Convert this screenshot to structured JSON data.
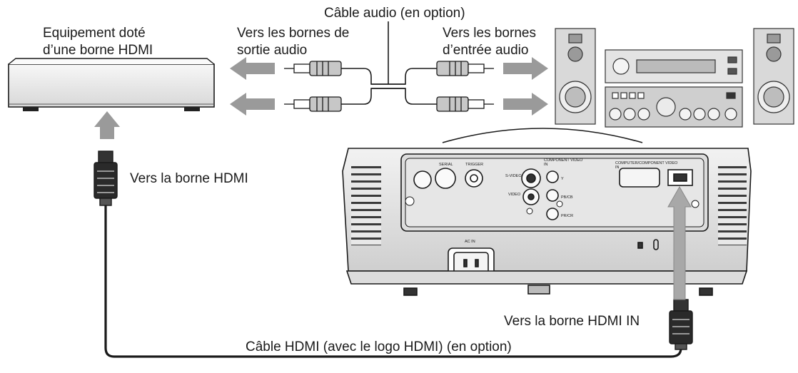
{
  "labels": {
    "audio_cable": "Câble audio (en option)",
    "hdmi_device_line1": "Equipement doté",
    "hdmi_device_line2": "d’une borne HDMI",
    "audio_out_line1": "Vers les bornes de",
    "audio_out_line2": "sortie audio",
    "audio_in_line1": "Vers les bornes",
    "audio_in_line2": "d’entrée audio",
    "to_hdmi_terminal": "Vers la borne HDMI",
    "to_hdmi_in": "Vers la borne HDMI IN",
    "hdmi_cable": "Câble HDMI (avec le logo HDMI) (en option)"
  },
  "projector_panel": {
    "serial": "SERIAL",
    "trigger": "TRIGGER",
    "component_video_in": "COMPONENT VIDEO",
    "component_in": "IN",
    "computer_component_video_in": "COMPUTER/COMPONENT VIDEO",
    "computer_in": "IN",
    "s_video": "S-VIDEO",
    "video": "VIDEO",
    "y": "Y",
    "pb_cb": "PB/CB",
    "pr_cr": "PR/CR",
    "ac_in": "AC IN"
  },
  "colors": {
    "line": "#1a1a1a",
    "arrow": "#999999",
    "device_fill": "#ececec",
    "panel_gray": "#d4d4d4"
  }
}
